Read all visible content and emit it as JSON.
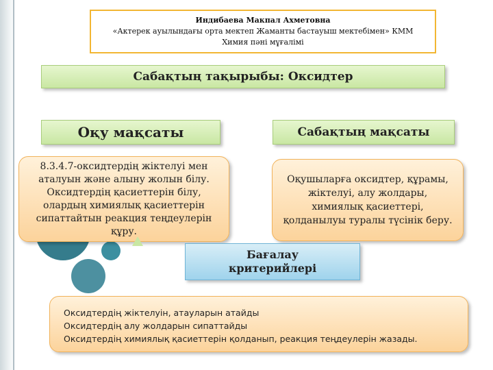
{
  "header": {
    "author": "Индибаева Макпал Ахметовна",
    "school": "«Актерек ауылындағы орта мектеп Жаманты бастауыш мектебімен» КММ",
    "role": "Химия пәні мұғалімі"
  },
  "topic": "Сабақтың тақырыбы: Оксидтер",
  "study_objective": {
    "label": "Оқу мақсаты",
    "text": "8.3.4.7-оксидтердің жіктелуі мен аталуын және алыну жолын білу. Оксидтердің қасиеттерін білу, олардың химиялық қасиеттерін сипаттайтын реакция теңдеулерін құру."
  },
  "lesson_objective": {
    "label": "Сабақтың мақсаты",
    "text": "Оқушыларға оксидтер, құрамы, жіктелуі, алу жолдары, химиялық қасиеттері, қолданылуы туралы түсінік беру."
  },
  "assessment": {
    "line1": "Бағалау",
    "line2": "критерийлері"
  },
  "criteria": [
    "Оксидтердің жіктелуін, атауларын атайды",
    "Оксидтердің алу жолдарын сипаттайды",
    "Оксидтердің химиялық қасиеттерін қолданып, реакция теңдеулерін жазады."
  ],
  "colors": {
    "green_fill": "#c9e7a3",
    "orange_fill": "#fcd39b",
    "blue_fill": "#9fd3ec",
    "header_border": "#f2b632",
    "circle_teal": "#1f6e80"
  }
}
